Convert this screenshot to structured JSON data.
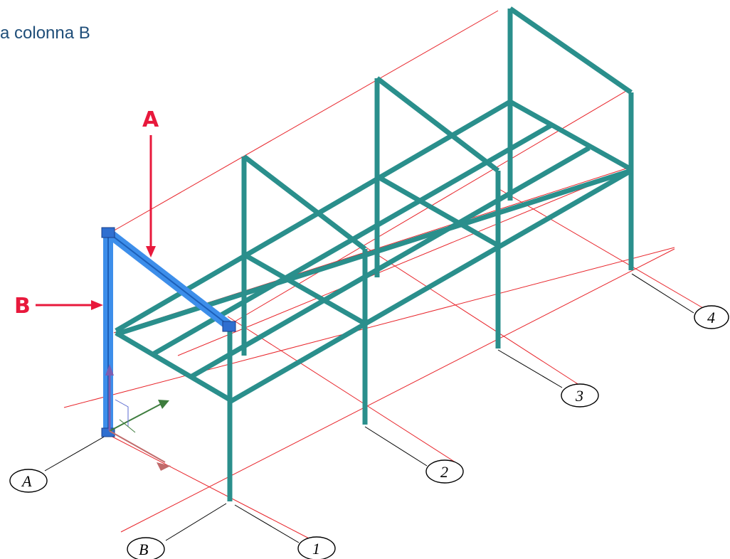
{
  "caption": "a colonna B",
  "callouts": {
    "a": "A",
    "b": "B"
  },
  "grid_bubbles": {
    "row_a": "A",
    "row_b": "B",
    "axis_1": "1",
    "axis_2": "2",
    "axis_3": "3",
    "axis_4": "4"
  },
  "colors": {
    "grid_line": "#e8252b",
    "beam": "#2a8f8c",
    "beam_edge": "#1d6d6a",
    "selected": "#3d8eea",
    "selected_edge": "#1c5fb8",
    "callout": "#e8193c",
    "leader": "#000000",
    "gizmo_x": "#c06b6b",
    "gizmo_y": "#3e7d3e",
    "gizmo_z": "#7d5db0"
  },
  "selection": {
    "selected_members": [
      "A",
      "B"
    ]
  }
}
